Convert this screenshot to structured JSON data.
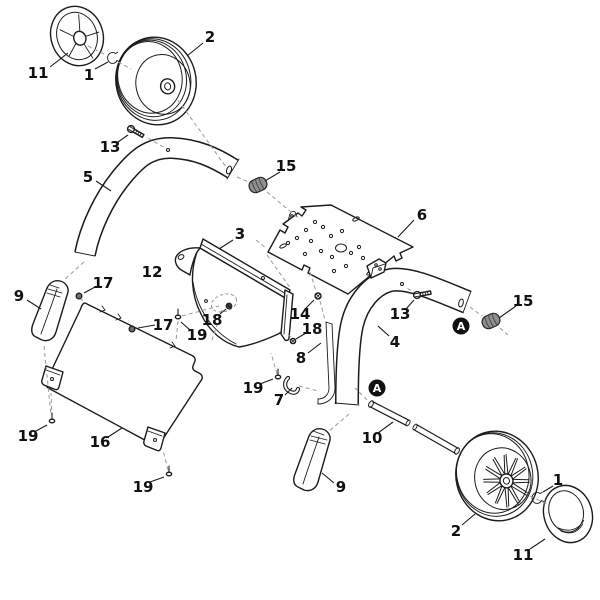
{
  "diagram": {
    "background_color": "#ffffff",
    "line_color": "#1c1c1c",
    "dashed_line_color": "#9a9a9a",
    "cap_fill_color": "#8f8f8f",
    "marker_fill_color": "#111111",
    "callouts": [
      {
        "text": "11"
      },
      {
        "text": "1"
      },
      {
        "text": "2"
      },
      {
        "text": "13"
      },
      {
        "text": "5"
      },
      {
        "text": "15"
      },
      {
        "text": "6"
      },
      {
        "text": "3"
      },
      {
        "text": "12"
      },
      {
        "text": "9"
      },
      {
        "text": "17"
      },
      {
        "text": "17"
      },
      {
        "text": "19"
      },
      {
        "text": "18"
      },
      {
        "text": "14"
      },
      {
        "text": "18"
      },
      {
        "text": "8"
      },
      {
        "text": "13"
      },
      {
        "text": "15"
      },
      {
        "text": "4"
      },
      {
        "text": "19"
      },
      {
        "text": "7"
      },
      {
        "text": "19"
      },
      {
        "text": "16"
      },
      {
        "text": "19"
      },
      {
        "text": "10"
      },
      {
        "text": "9"
      },
      {
        "text": "2"
      },
      {
        "text": "1"
      },
      {
        "text": "11"
      }
    ],
    "variant_markers": [
      {
        "text": "A"
      },
      {
        "text": "A"
      }
    ]
  }
}
